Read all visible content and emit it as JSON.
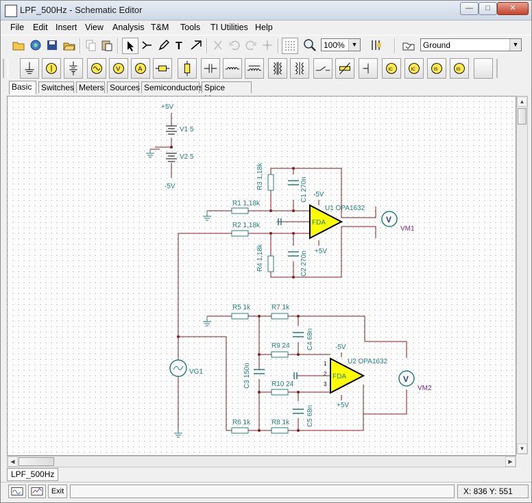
{
  "window": {
    "title": "LPF_500Hz - Schematic Editor"
  },
  "menu": [
    "File",
    "Edit",
    "Insert",
    "View",
    "Analysis",
    "T&M",
    "Tools",
    "TI Utilities",
    "Help"
  ],
  "toolbar": {
    "zoom": "100%",
    "component_select": "Ground"
  },
  "tabs": [
    "Basic",
    "Switches",
    "Meters",
    "Sources",
    "Semiconductors",
    "Spice Macros"
  ],
  "sheet_tab": "LPF_500Hz",
  "status": {
    "exit": "Exit",
    "coords": "X: 836  Y: 551"
  },
  "colors": {
    "wire": "#8b1a1a",
    "label": "#1f7f7f",
    "meter": "#7a2b7a",
    "opamp_fill": "#ffff00"
  },
  "icons": [
    "open-icon",
    "analysis-icon",
    "save-icon",
    "open-folder-icon",
    "copy-icon",
    "paste-icon",
    "pointer-icon",
    "wire-icon",
    "pen-icon",
    "text-icon",
    "erase-icon",
    "cut-icon",
    "undo-icon",
    "redo-icon",
    "junction-icon",
    "grid-icon",
    "zoom-icon",
    "component-icon",
    "folder-check-icon"
  ],
  "schematic": {
    "supply": {
      "plus": "+5V",
      "minus": "-5V",
      "v1": "V1 5",
      "v2": "V2 5"
    },
    "u1": {
      "name": "U1 OPA1632",
      "body": "FDA",
      "plus5": "+5V",
      "minus5": "-5V",
      "r1": "R1 1,18k",
      "r2": "R2 1,18k",
      "r3": "R3 1,18k",
      "r4": "R4 1,18k",
      "c1": "C1 270n",
      "c2": "C2 270n",
      "meter": "VM1"
    },
    "u2": {
      "name": "U2 OPA1632",
      "body": "FDA",
      "plus5": "+5V",
      "minus5": "-5V",
      "r5": "R5 1k",
      "r6": "R6 1k",
      "r7": "R7 1k",
      "r8": "R8 1k",
      "r9": "R9 24",
      "r10": "R10 24",
      "c3": "C3 150n",
      "c4": "C4 68n",
      "c5": "C5 68n",
      "pin1": "1",
      "pin2": "2",
      "pin3": "3",
      "meter": "VM2"
    },
    "vg1": "VG1",
    "meter_symbol": "V"
  }
}
